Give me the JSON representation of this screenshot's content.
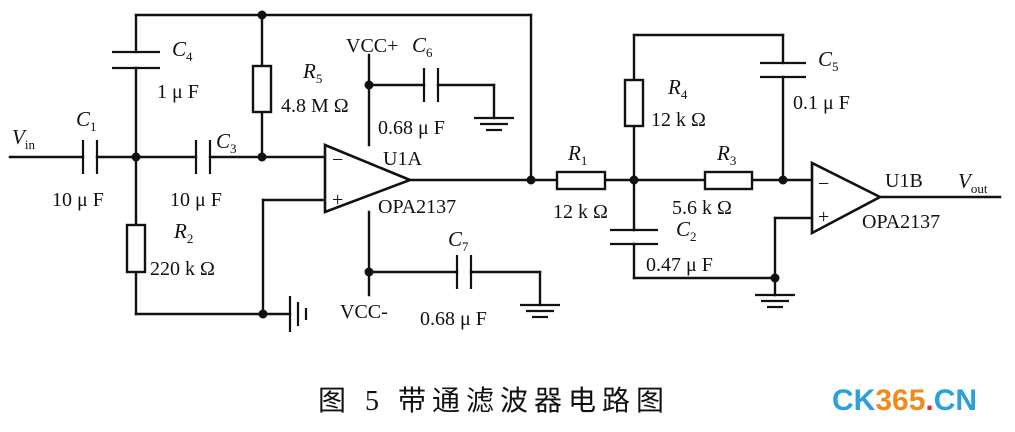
{
  "figure": {
    "caption": "图 5    带通滤波器电路图",
    "watermark": "CK365.CN"
  },
  "components": {
    "C4": {
      "ref": "C",
      "sub": "4",
      "value": "1 μ F"
    },
    "C1": {
      "ref": "C",
      "sub": "1",
      "value": "10 μ F"
    },
    "C3": {
      "ref": "C",
      "sub": "3",
      "value": "10 μ F"
    },
    "R5": {
      "ref": "R",
      "sub": "5",
      "value": "4.8 M Ω"
    },
    "R2": {
      "ref": "R",
      "sub": "2",
      "value": "220 k Ω"
    },
    "C6": {
      "ref": "C",
      "sub": "6",
      "value": "0.68 μ F"
    },
    "C7": {
      "ref": "C",
      "sub": "7",
      "value": "0.68 μ F"
    },
    "R1": {
      "ref": "R",
      "sub": "1",
      "value": "12 k Ω"
    },
    "R4": {
      "ref": "R",
      "sub": "4",
      "value": "12 k Ω"
    },
    "R3": {
      "ref": "R",
      "sub": "3",
      "value": "5.6 k Ω"
    },
    "C5": {
      "ref": "C",
      "sub": "5",
      "value": "0.1 μ F"
    },
    "C2": {
      "ref": "C",
      "sub": "2",
      "value": "0.47 μ F"
    }
  },
  "opamps": {
    "U1A": {
      "name": "U1A",
      "part": "OPA2137",
      "minus": "−",
      "plus": "+"
    },
    "U1B": {
      "name": "U1B",
      "part": "OPA2137",
      "minus": "−",
      "plus": "+"
    }
  },
  "rails": {
    "vcc_plus": "VCC+",
    "vcc_minus": "VCC-"
  },
  "ports": {
    "vin": {
      "main": "V",
      "sub": "in"
    },
    "vout": {
      "main": "V",
      "sub": "out"
    }
  }
}
